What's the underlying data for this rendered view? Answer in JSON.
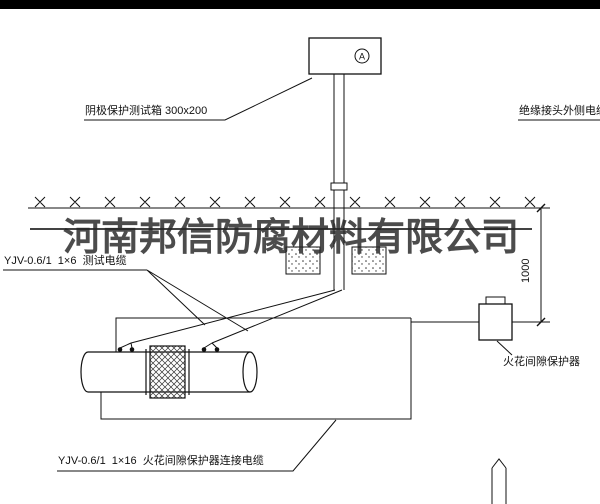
{
  "drawing": {
    "watermark": "河南邦信防腐材料有限公司",
    "labels": {
      "test_box": "阴极保护测试箱 300x200",
      "outer_cable": "绝缘接头外侧电缆",
      "test_cable": "YJV-0.6/1  1×6  测试电缆",
      "spark_protector": "火花间隙保护器",
      "connection_cable": "YJV-0.6/1  1×16  火花间隙保护器连接电缆",
      "dimension": "1000",
      "meter": "A"
    },
    "colors": {
      "line": "#111111",
      "watermark": "#262626",
      "background": "#ffffff",
      "top_bar": "#000000"
    }
  }
}
